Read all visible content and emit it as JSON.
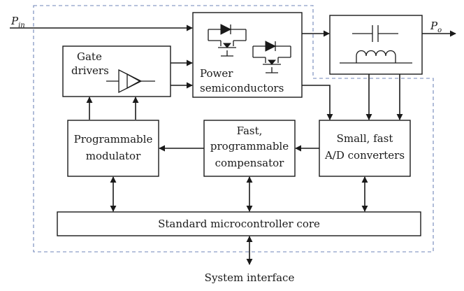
{
  "labels": {
    "p_in": "P",
    "p_in_sub": "in",
    "p_out": "P",
    "p_out_sub": "o",
    "gate_drivers_1": "Gate",
    "gate_drivers_2": "drivers",
    "power_semi_1": "Power",
    "power_semi_2": "semiconductors",
    "modulator_1": "Programmable",
    "modulator_2": "modulator",
    "compensator_1": "Fast,",
    "compensator_2": "programmable",
    "compensator_3": "compensator",
    "adc_1": "Small, fast",
    "adc_2": "A/D converters",
    "micro_core": "Standard microcontroller core",
    "system_interface": "System interface"
  },
  "colors": {
    "stroke": "#1a1a1a",
    "dashed_boundary": "#6f86b8"
  },
  "icons": {
    "buffer": "buffer-amplifier-icon",
    "transistors": "power-transistor-icon",
    "capacitor": "capacitor-icon",
    "inductor": "inductor-icon"
  }
}
